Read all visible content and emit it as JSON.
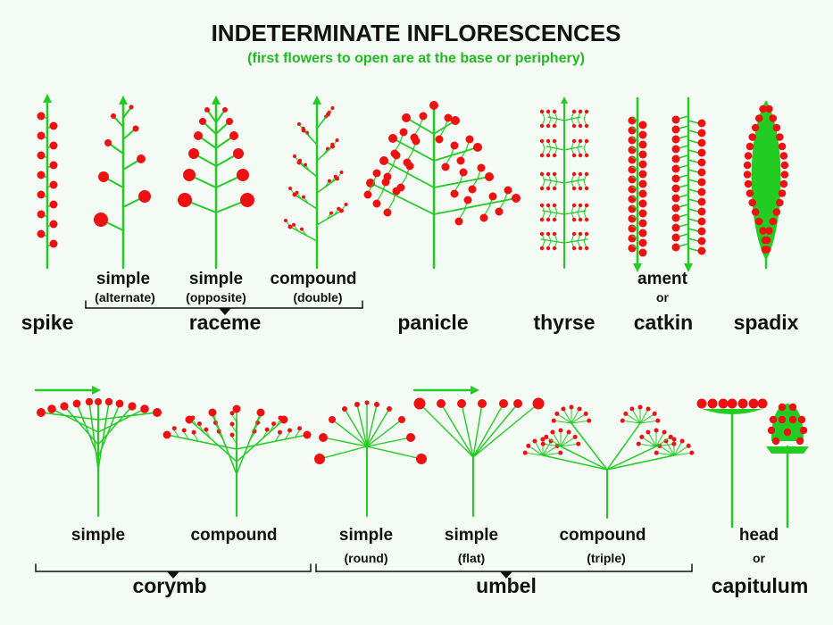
{
  "header": {
    "title": "INDETERMINATE INFLORESCENCES",
    "subtitle": "(first flowers to open are at the base or periphery)"
  },
  "colors": {
    "stem": "#22cc22",
    "flower": "#ee1111",
    "text": "#111111",
    "background": "#f4faf4"
  },
  "row1": {
    "spike": {
      "name": "spike"
    },
    "raceme": {
      "name": "raceme",
      "variants": [
        {
          "label": "simple",
          "sub": "(alternate)"
        },
        {
          "label": "simple",
          "sub": "(opposite)"
        },
        {
          "label": "compound",
          "sub": "(double)"
        }
      ]
    },
    "panicle": {
      "name": "panicle"
    },
    "thyrse": {
      "name": "thyrse"
    },
    "catkin": {
      "name": "catkin",
      "alt_label": "ament",
      "alt_sub": "or"
    },
    "spadix": {
      "name": "spadix"
    }
  },
  "row2": {
    "corymb": {
      "name": "corymb",
      "variants": [
        {
          "label": "simple"
        },
        {
          "label": "compound"
        }
      ]
    },
    "umbel": {
      "name": "umbel",
      "variants": [
        {
          "label": "simple",
          "sub": "(round)"
        },
        {
          "label": "simple",
          "sub": "(flat)"
        },
        {
          "label": "compound",
          "sub": "(triple)"
        }
      ]
    },
    "capitulum": {
      "name": "capitulum",
      "alt_label": "head",
      "alt_sub": "or"
    }
  }
}
